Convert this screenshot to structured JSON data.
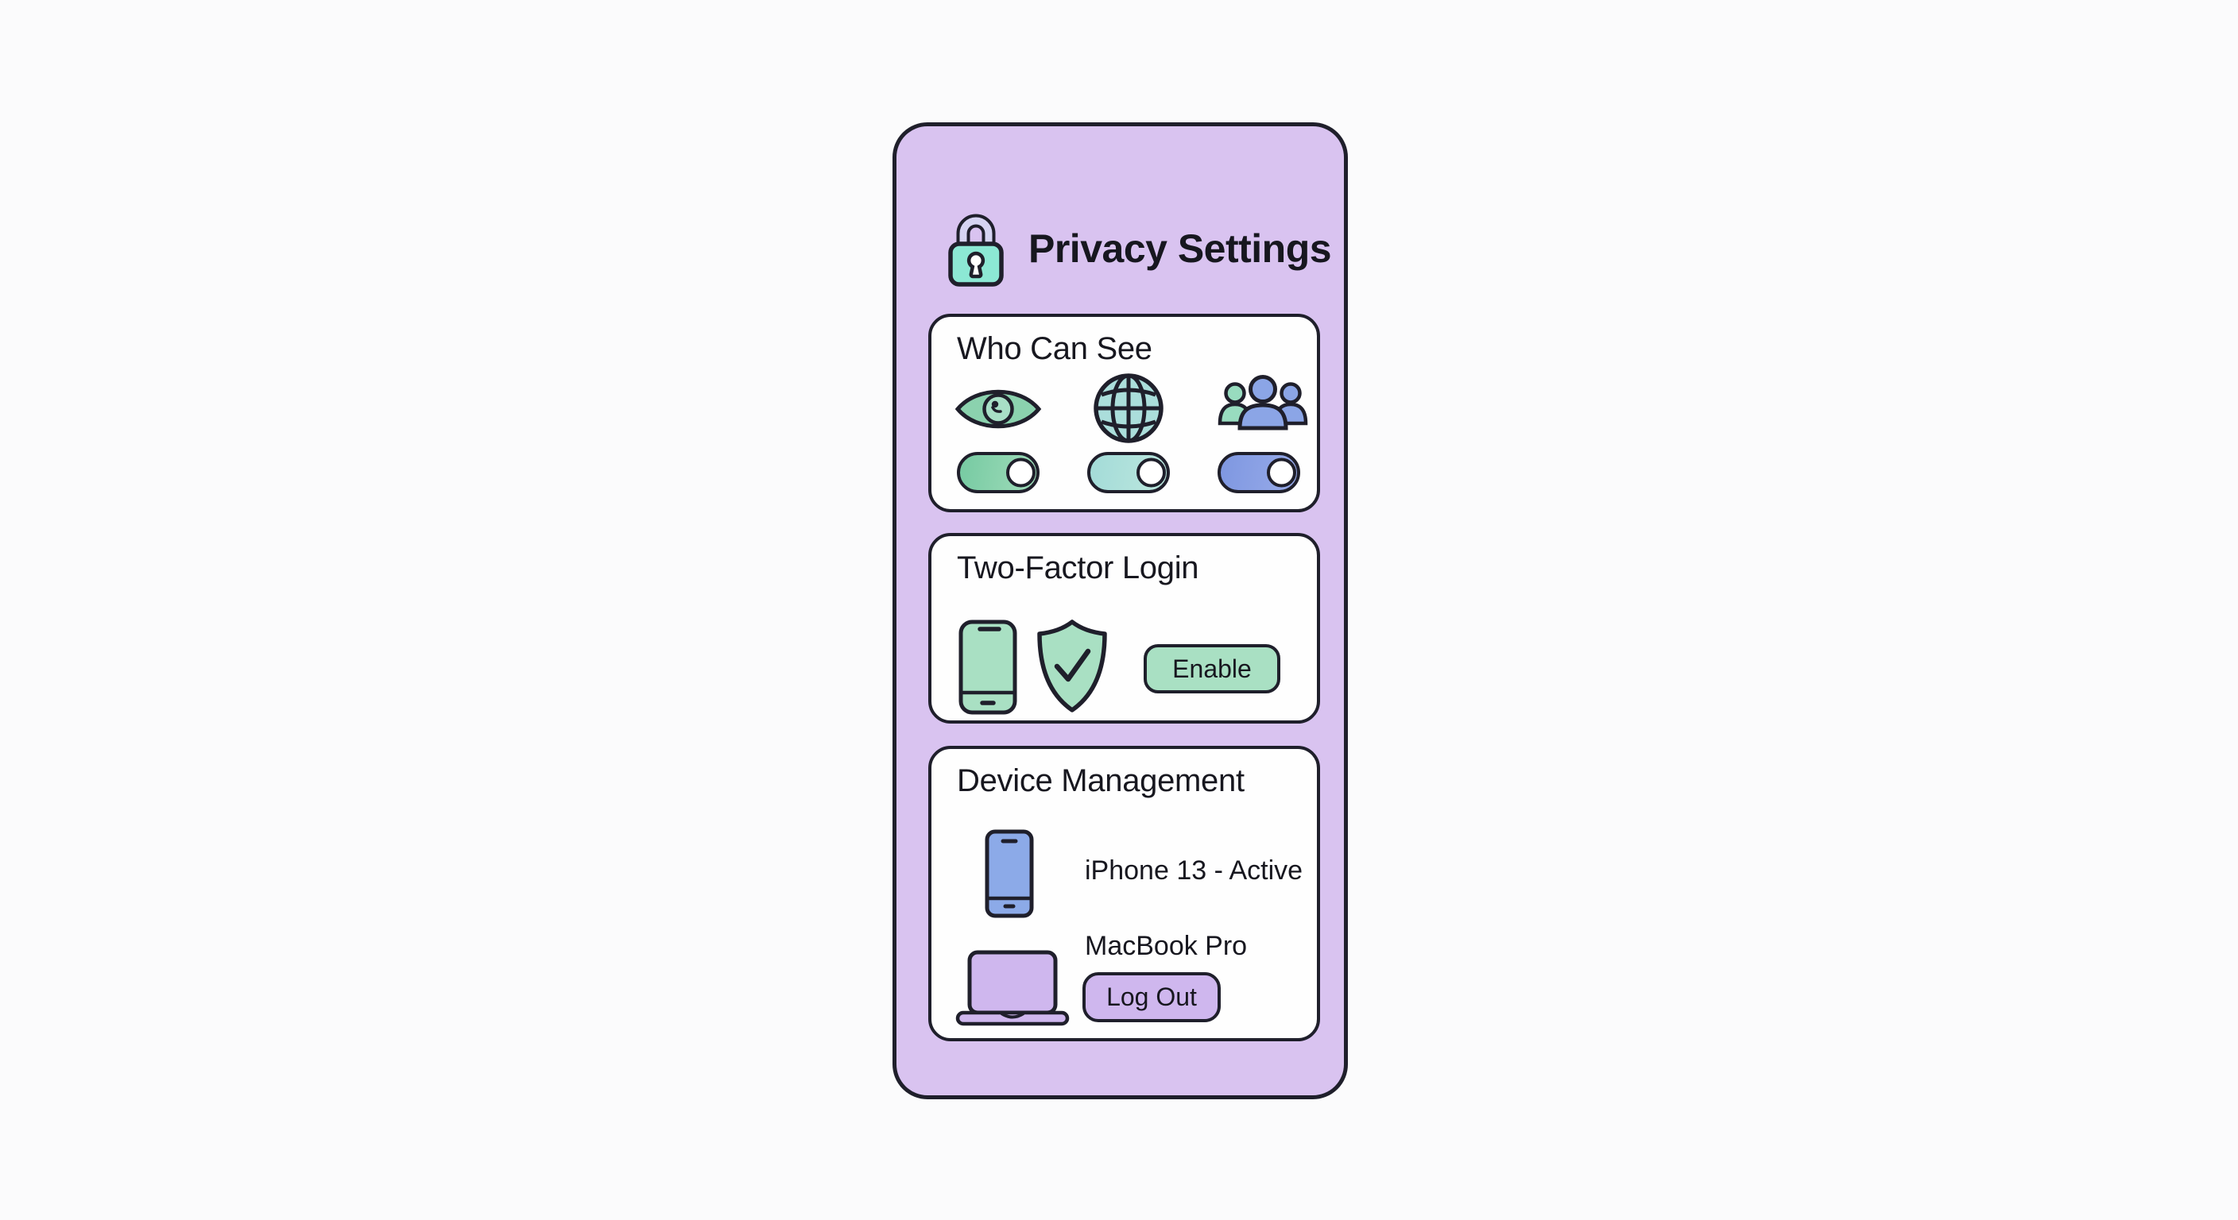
{
  "header": {
    "title": "Privacy Settings",
    "icon": "lock-icon"
  },
  "visibility": {
    "title": "Who Can See",
    "toggles": [
      {
        "icon": "eye-icon",
        "state": "on",
        "track_color": "#7ecfa5"
      },
      {
        "icon": "globe-icon",
        "state": "on",
        "track_color": "#a8dedb"
      },
      {
        "icon": "people-icon",
        "state": "on",
        "track_color": "#8399e2"
      }
    ]
  },
  "two_factor": {
    "title": "Two-Factor Login",
    "icons": [
      "smartphone-icon",
      "shield-check-icon"
    ],
    "enable_label": "Enable"
  },
  "devices": {
    "title": "Device Management",
    "items": [
      {
        "icon": "smartphone-icon",
        "label": "iPhone 13 - Active"
      },
      {
        "icon": "laptop-icon",
        "label": "MacBook Pro",
        "logout_label": "Log Out"
      }
    ]
  },
  "colors": {
    "card_background": "#d9c3f0",
    "section_background": "#fefefe",
    "outline": "#1f1f2b",
    "lock_mint": "#8ce8d4",
    "toggle_green": "#7ecfa5",
    "toggle_teal": "#a8dedb",
    "toggle_blue": "#8399e2",
    "two_factor_green": "#a9e0c3",
    "device_blue": "#8caae8",
    "device_lavender": "#cfb7ee"
  }
}
